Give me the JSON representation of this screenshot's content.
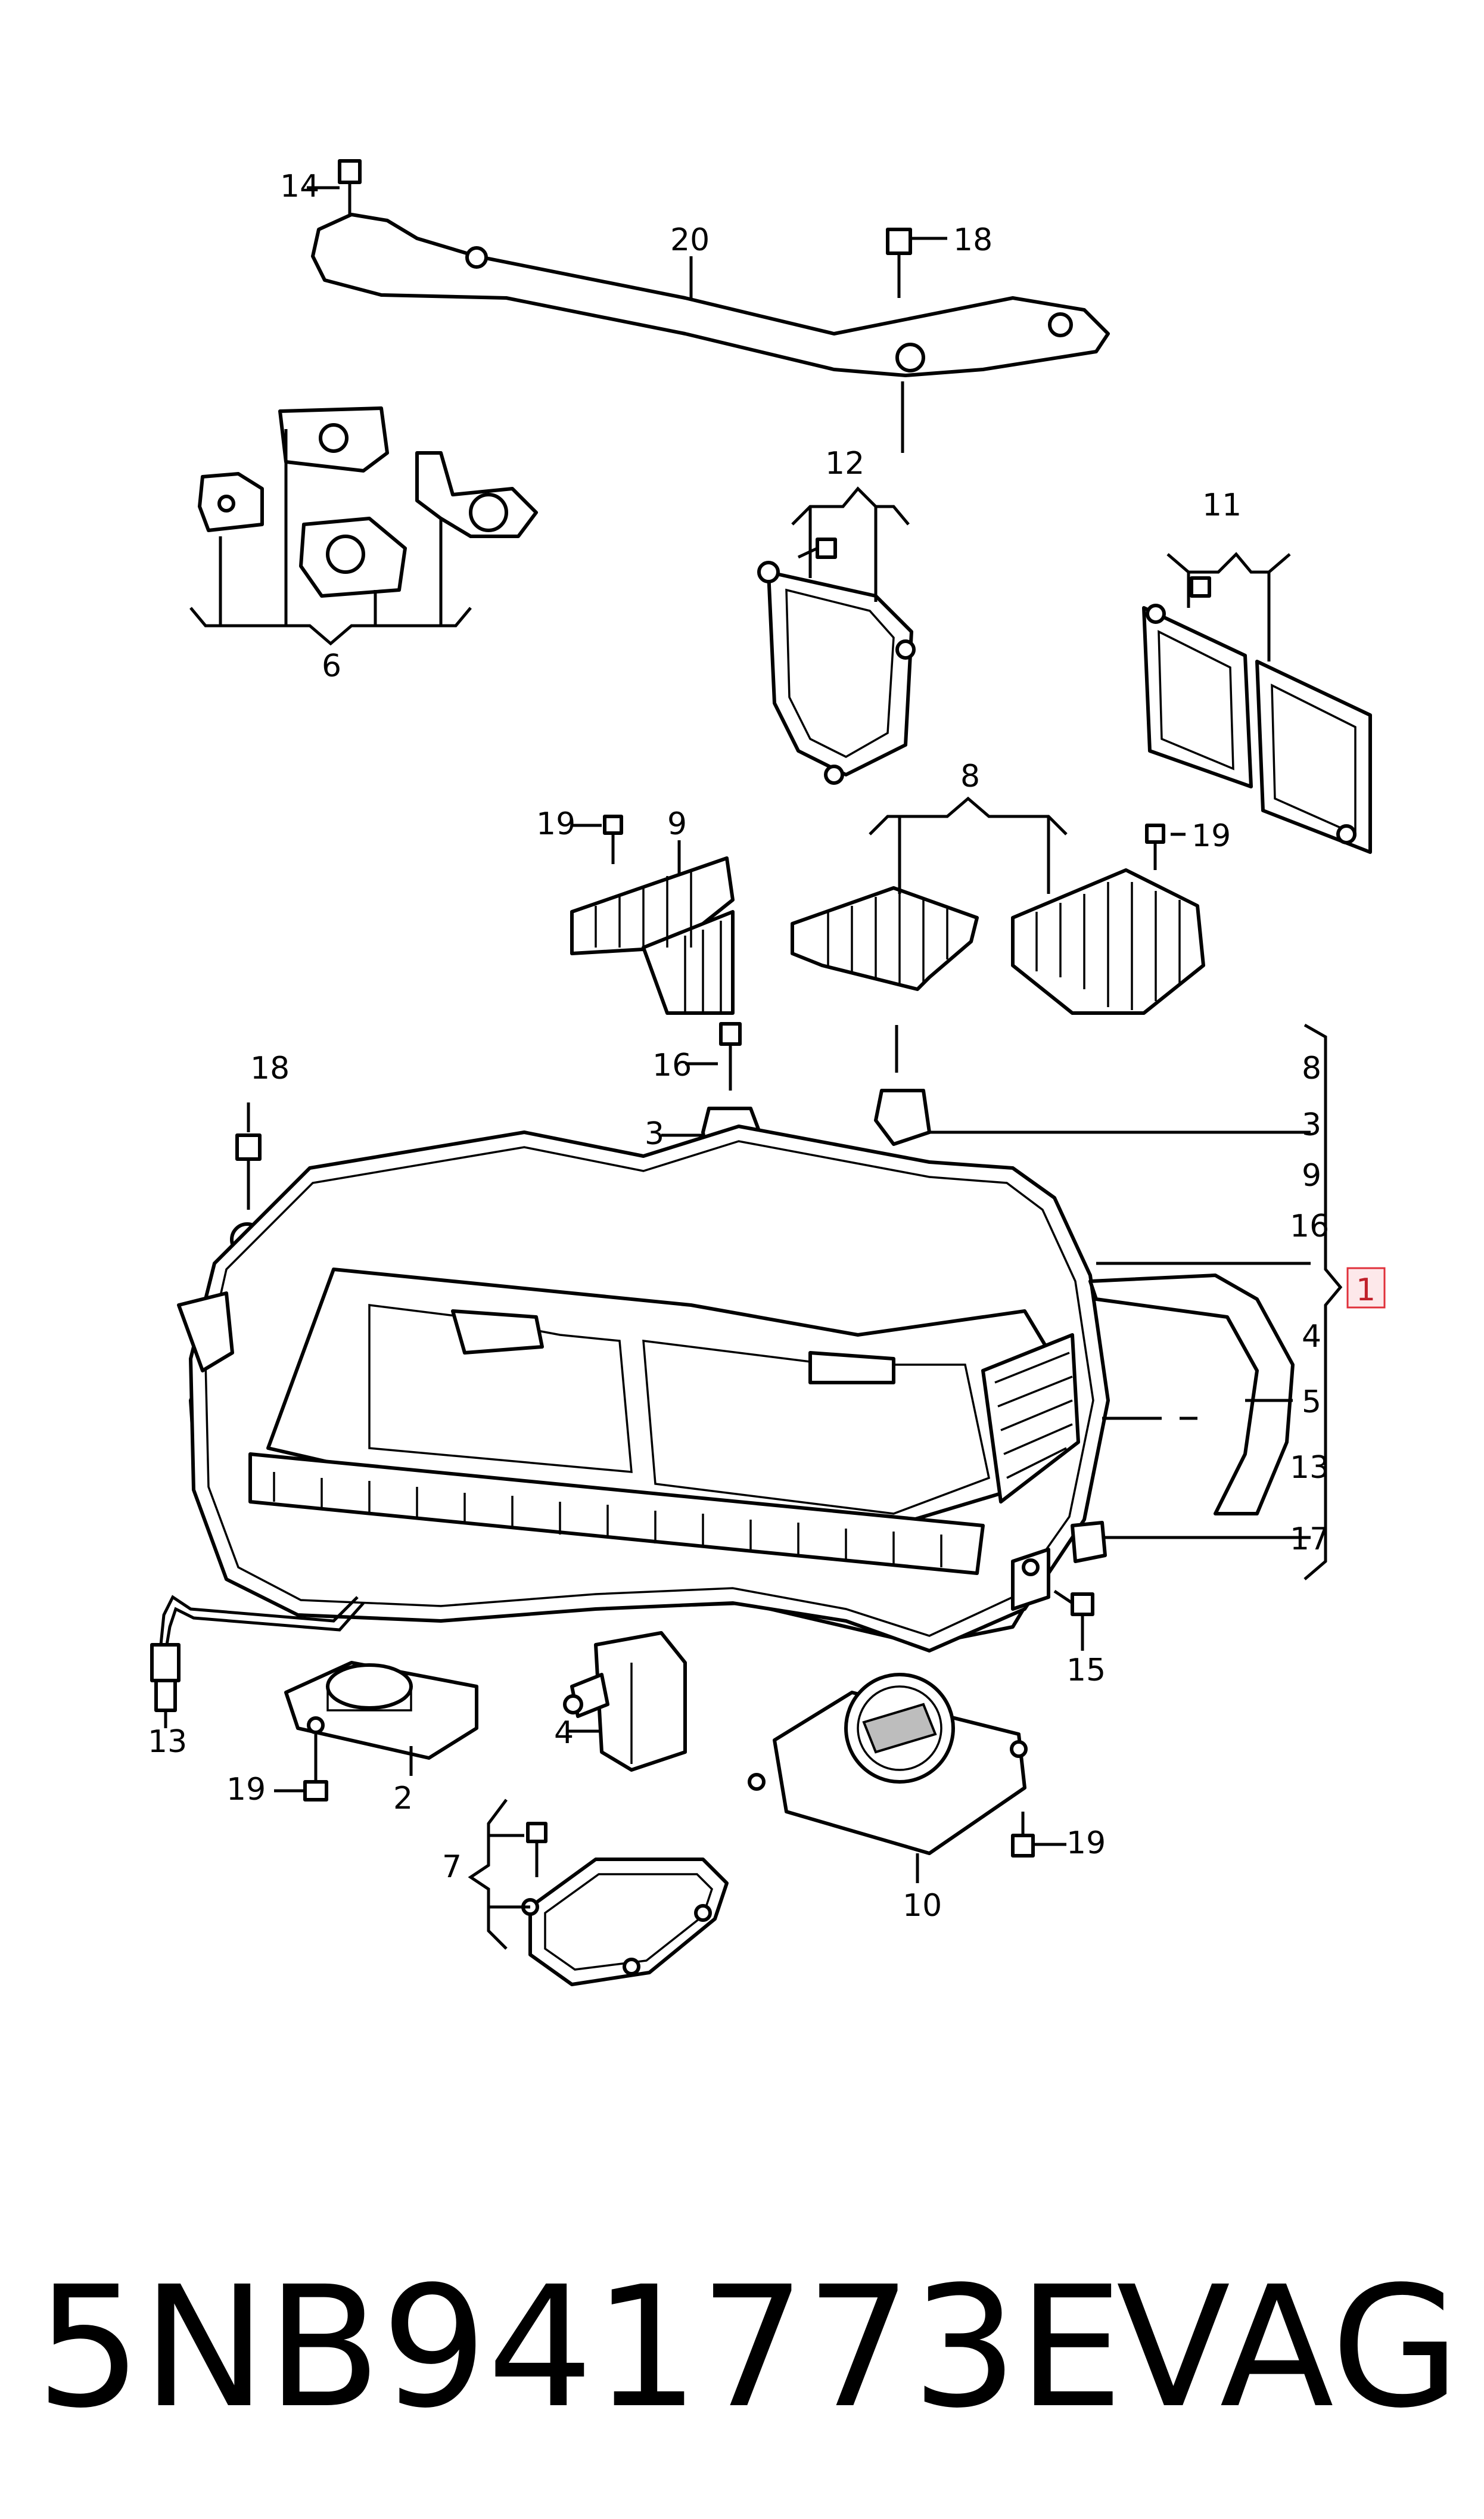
{
  "callouts": {
    "c1": "1",
    "c2": "2",
    "c3a": "3",
    "c3b": "3",
    "c4a": "4",
    "c4b": "4",
    "c5": "5",
    "c6": "6",
    "c7": "7",
    "c8a": "8",
    "c8b": "8",
    "c9a": "9",
    "c9b": "9",
    "c10": "10",
    "c11": "11",
    "c12": "12",
    "c13a": "13",
    "c13b": "13",
    "c14": "14",
    "c15": "15",
    "c16a": "16",
    "c16b": "16",
    "c17": "17",
    "c18a": "18",
    "c18b": "18",
    "c19a": "19",
    "c19b": "19",
    "c19c": "19",
    "c19d": "19",
    "c20": "20"
  },
  "highlight_color": "#e0303a",
  "footer": {
    "part_number": "5NB941773E",
    "brand": "VAG"
  }
}
